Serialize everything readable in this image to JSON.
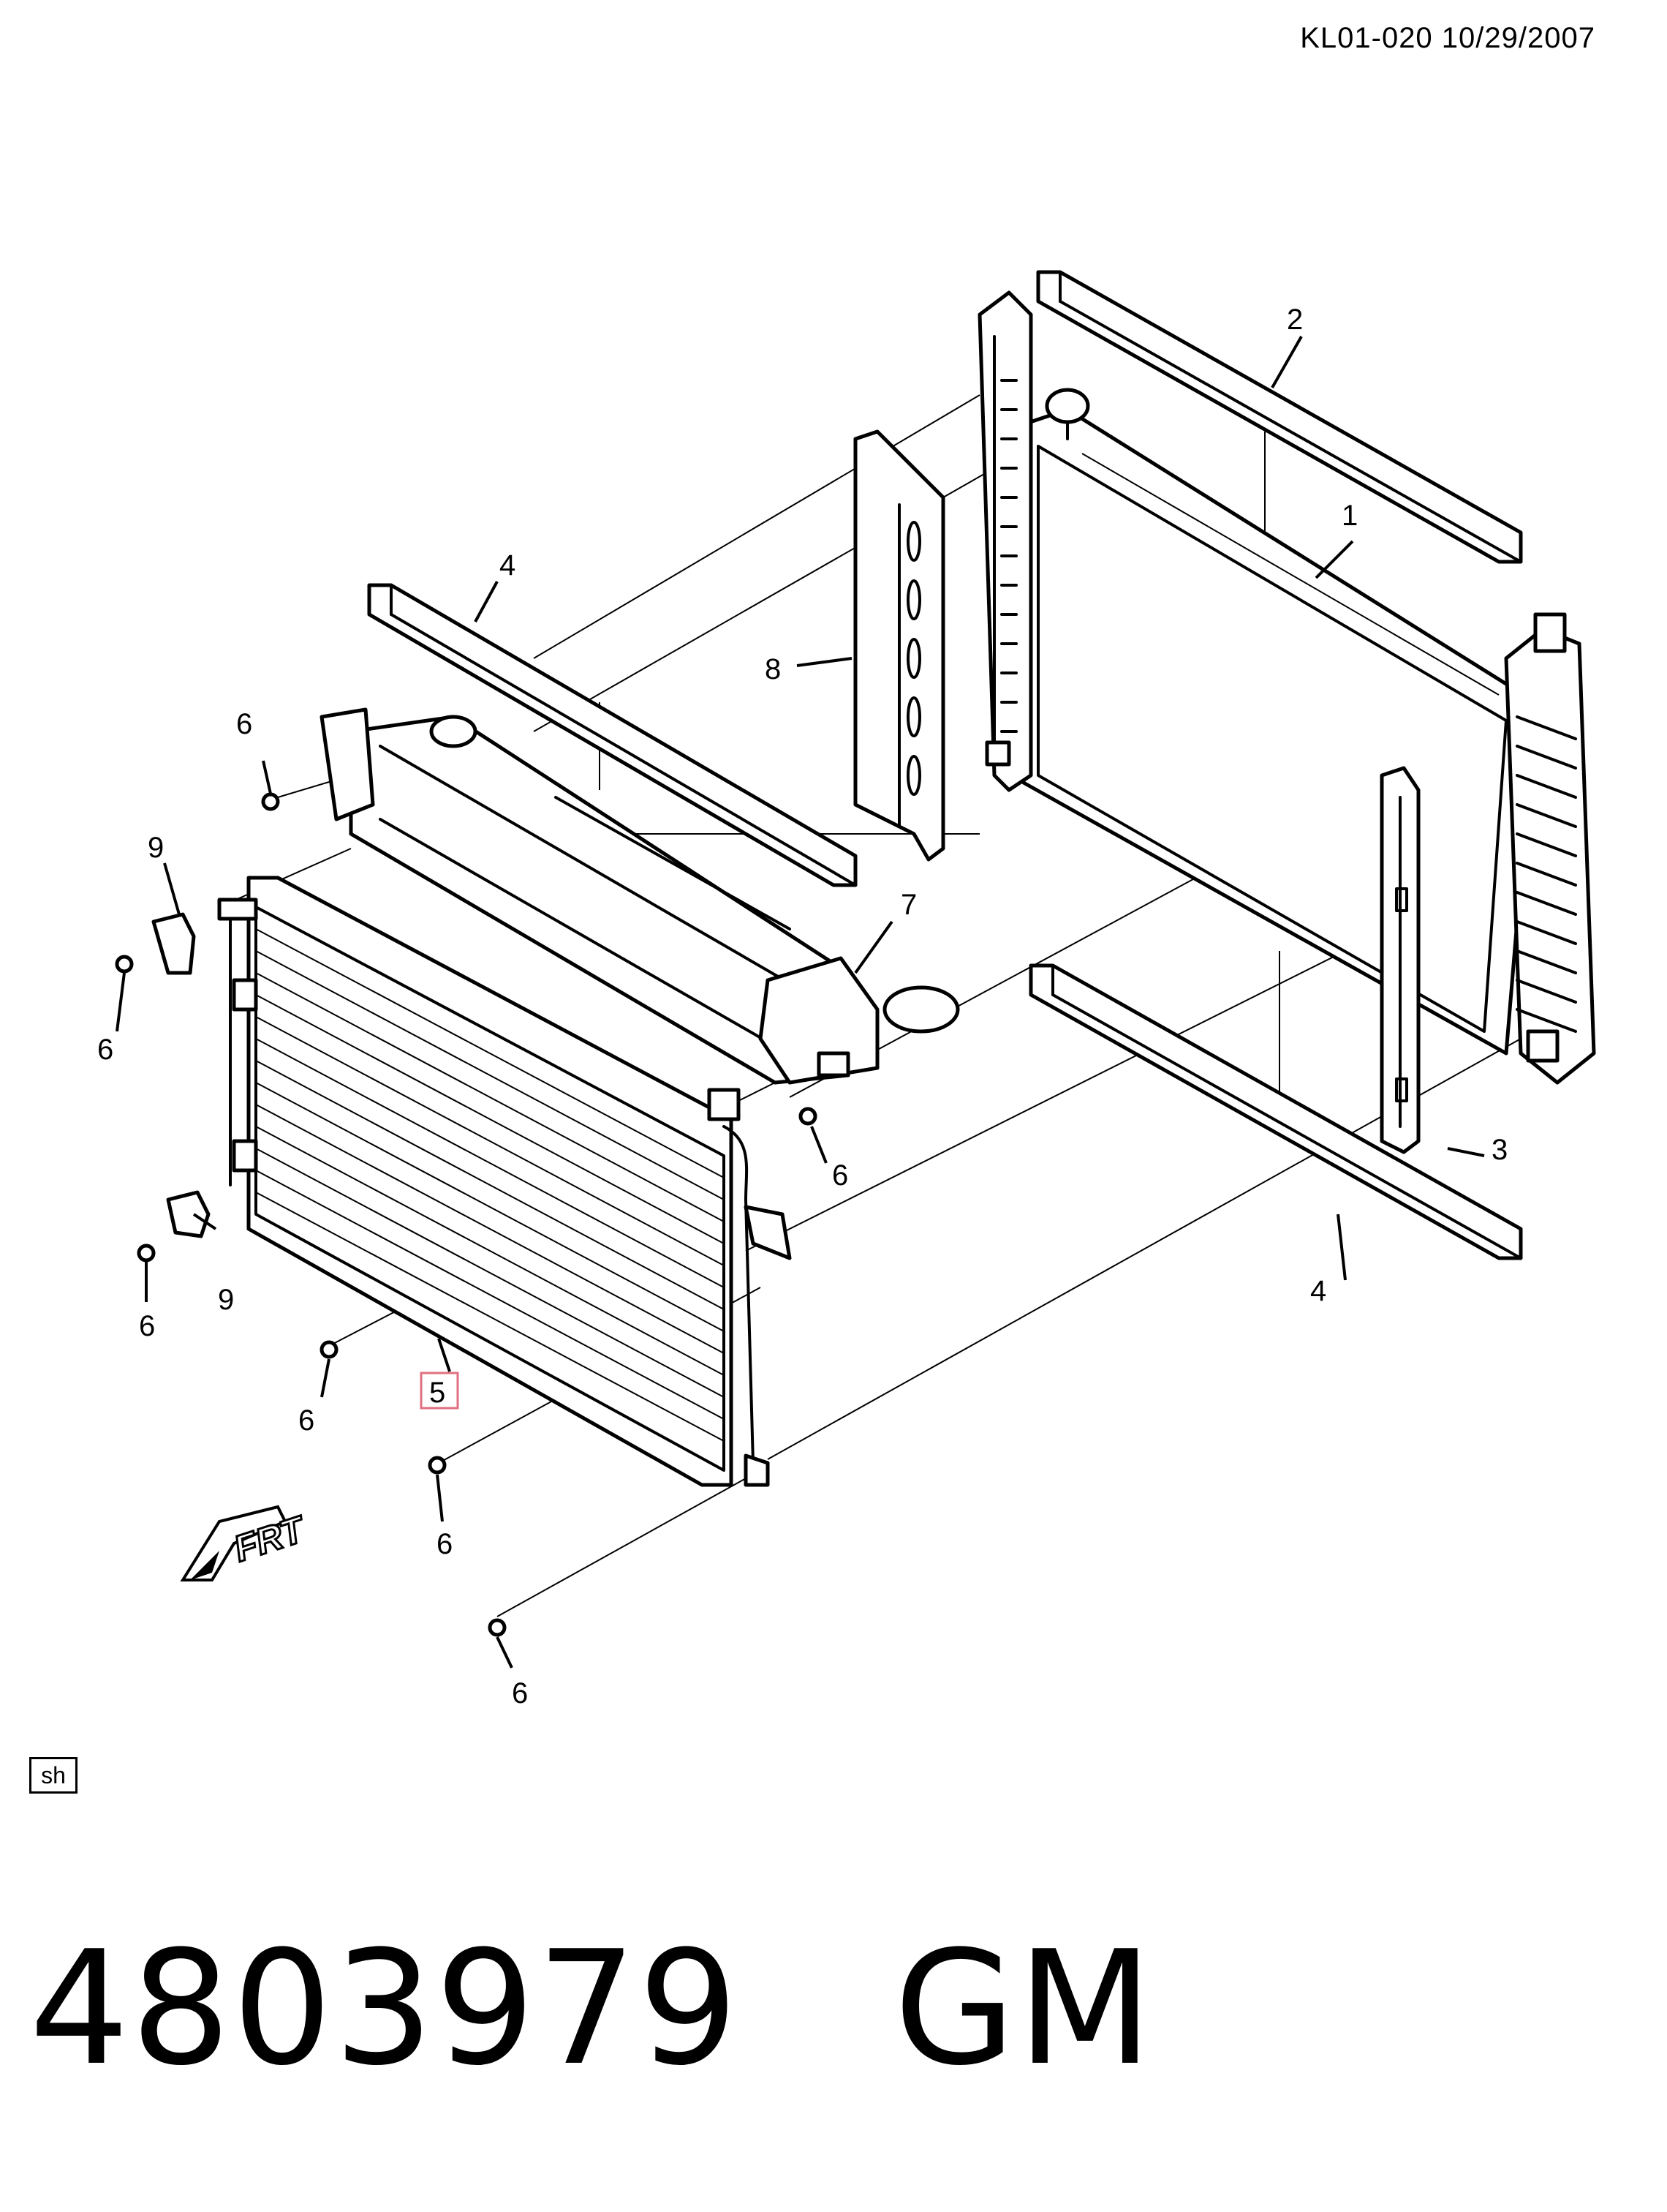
{
  "header": {
    "doc_ref": "KL01-020  10/29/2007"
  },
  "callouts": {
    "c1": "1",
    "c2": "2",
    "c3": "3",
    "c4a": "4",
    "c4b": "4",
    "c5": "5",
    "c6a": "6",
    "c6b": "6",
    "c6c": "6",
    "c6d": "6",
    "c6e": "6",
    "c6f": "6",
    "c6g": "6",
    "c7": "7",
    "c8": "8",
    "c9a": "9",
    "c9b": "9"
  },
  "direction_arrow": {
    "label": "FRT"
  },
  "footer": {
    "sh_label": "sh",
    "part_number": "4803979   GM"
  },
  "colors": {
    "line": "#000000",
    "highlight_box": "#e07080",
    "background": "#ffffff"
  }
}
